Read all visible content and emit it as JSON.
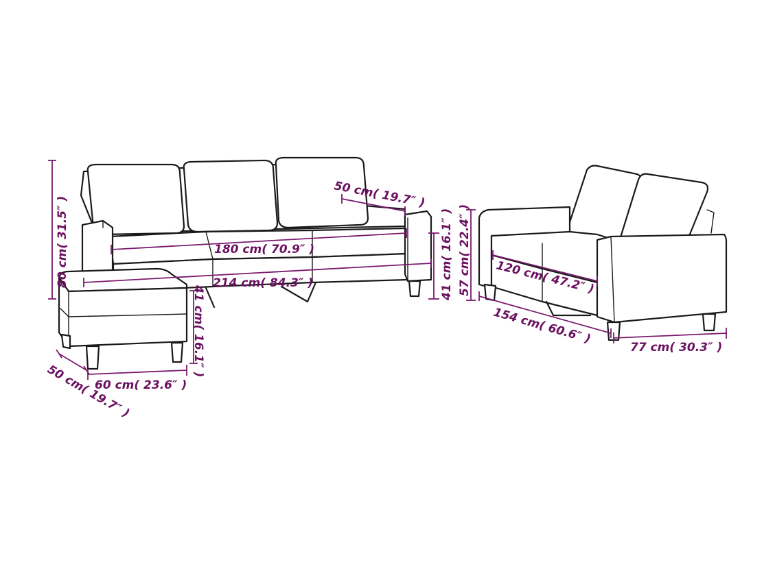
{
  "dimensions": {
    "sofa_cushion_depth": "50 cm( 19.7″ )",
    "sofa_seat_width": "180 cm( 70.9″ )",
    "sofa_total_width": "214 cm( 84.3″ )",
    "sofa_height": "80 cm( 31.5″ )",
    "sofa_seat_height": "41 cm( 16.1″ )",
    "stool_height": "41 cm( 16.1″ )",
    "stool_width": "60 cm( 23.6″ )",
    "stool_depth": "50 cm( 19.7″ )",
    "loveseat_height": "57 cm( 22.4″ )",
    "loveseat_seat_width": "120 cm( 47.2″ )",
    "loveseat_total_width": "154 cm( 60.6″ )",
    "loveseat_depth": "77 cm( 30.3″ )"
  },
  "colors": {
    "outline": "#1a1a1a",
    "dimension": "#7a1a6e"
  }
}
